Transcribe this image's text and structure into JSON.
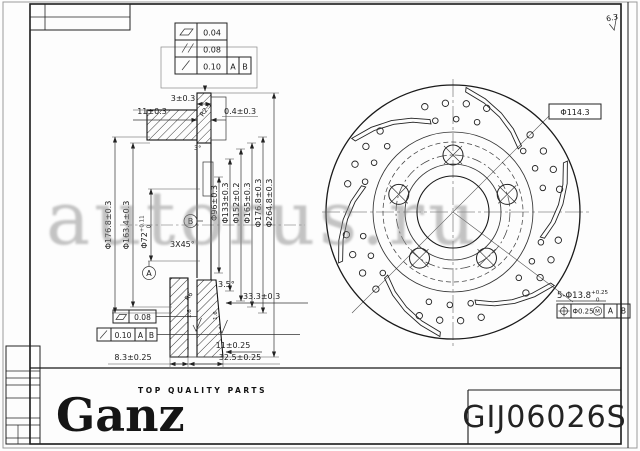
{
  "frame": {
    "part_number": "GIJ06026S",
    "brand": "Ganz",
    "tagline": "TOP QUALITY PARTS",
    "watermark": "autorus.ru",
    "general_roughness": "6.3"
  },
  "fcf_top": {
    "flatness": "0.04",
    "parallelism": "0.08",
    "runout": "0.10",
    "datum_a": "A",
    "datum_b": "B"
  },
  "fcf_bottom": {
    "flatness": "0.08",
    "runout": "0.10",
    "datum_a": "A",
    "datum_b": "B"
  },
  "section": {
    "dia_176_8_left": "Φ176.8±0.3",
    "dia_163_4": "Φ163.4±0.3",
    "dia_72": "Φ72",
    "dia_72_tol_upper": "+0.11",
    "dia_72_tol_lower": "0",
    "dia_96": "Φ96±0.3",
    "dia_133": "Φ133±0.3",
    "dia_152": "Φ152±0.2",
    "dia_165": "Φ165±0.3",
    "dia_176_8": "Φ176.8±0.3",
    "dia_264_8": "Φ264.8±0.3",
    "dim_3": "3±0.3",
    "dim_11": "11±0.3",
    "dim_0_4": "0.4±0.3",
    "r2_5": "R2.5",
    "angle_3": "3°",
    "chamfer": "3X45°",
    "angle_3_5": "3.5°",
    "r6": "R6",
    "dim_33_3": "33.3±0.3",
    "rough_a": "1.6",
    "rough_b": "1.6",
    "dim_11b": "11±0.25",
    "dim_8_3": "8.3±0.25",
    "dim_32_5": "32.5±0.25",
    "datum_a": "A",
    "datum_b": "B"
  },
  "front": {
    "bolt_circle": "Φ114.3",
    "holes": "5-Φ13.8",
    "holes_tol_upper": "+0.25",
    "holes_tol_lower": "0",
    "pos_value": "Φ0.25",
    "pos_mod": "M",
    "pos_datum_a": "A",
    "pos_datum_b": "B"
  }
}
